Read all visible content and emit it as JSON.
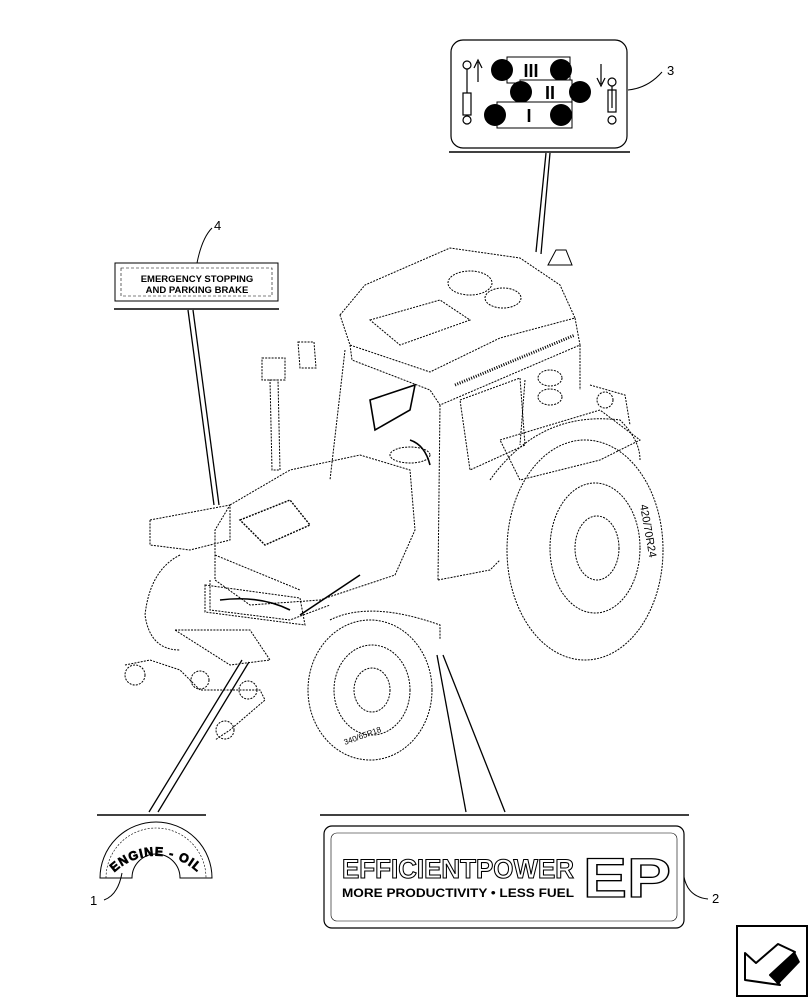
{
  "diagram": {
    "callouts": [
      {
        "id": "1",
        "label": "1"
      },
      {
        "id": "2",
        "label": "2"
      },
      {
        "id": "3",
        "label": "3"
      },
      {
        "id": "4",
        "label": "4"
      }
    ],
    "decal_emergency": {
      "line1": "EMERGENCY STOPPING",
      "line2": "AND PARKING BRAKE"
    },
    "decal_engine_oil": {
      "text": "ENGINE - OIL"
    },
    "decal_efficient_power": {
      "logo_text": "EFFICIENTPOWER",
      "tagline": "MORE PRODUCTIVITY • LESS FUEL",
      "badge": "EP"
    },
    "decal_gears": {
      "rows": [
        "III",
        "II",
        "I"
      ]
    },
    "nav_icon": "next-page-arrow-icon"
  }
}
